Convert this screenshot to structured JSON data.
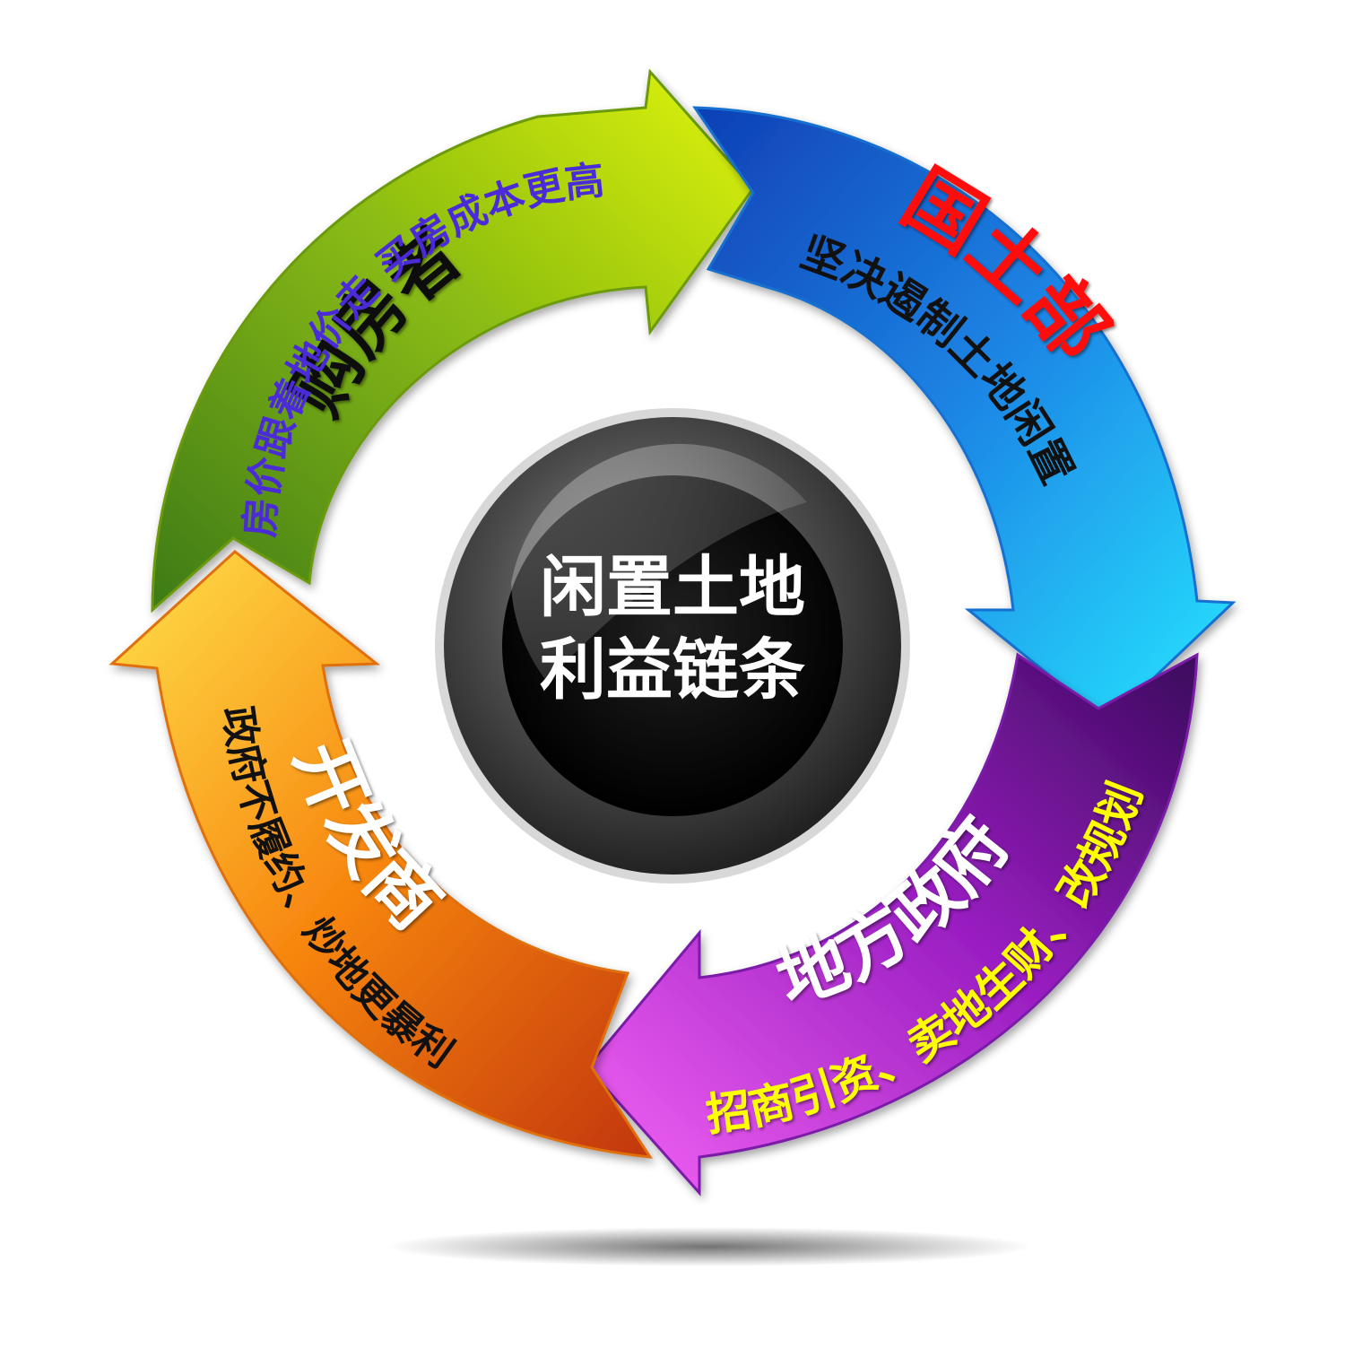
{
  "center": {
    "line1": "闲置土地",
    "line2": "利益链条"
  },
  "segments": {
    "buyer": {
      "title": "购房者",
      "subtitle": "房价跟着地价走  买房成本更高",
      "title_color": "#111111",
      "subtitle_color": "#4b2bd8",
      "fill_light": "#e2f50a",
      "fill_dark": "#3d7a14"
    },
    "land_ministry": {
      "title": "国土部",
      "subtitle": "坚决遏制土地闲置",
      "title_color": "#ff1010",
      "subtitle_color": "#111111",
      "fill_light": "#27e6ff",
      "fill_dark": "#0f3fb5"
    },
    "local_gov": {
      "title": "地方政府",
      "subtitle": "招商引资、卖地生财、改规划",
      "title_color": "#ffffff",
      "subtitle_color": "#ffff00",
      "fill_light": "#f564f5",
      "fill_dark": "#3a0a5c"
    },
    "developer": {
      "title": "开发商",
      "subtitle": "政府不履约、炒地更暴利",
      "title_color": "#ffffff",
      "subtitle_color": "#111111",
      "fill_light": "#ffe14a",
      "fill_dark": "#c2360a"
    }
  }
}
